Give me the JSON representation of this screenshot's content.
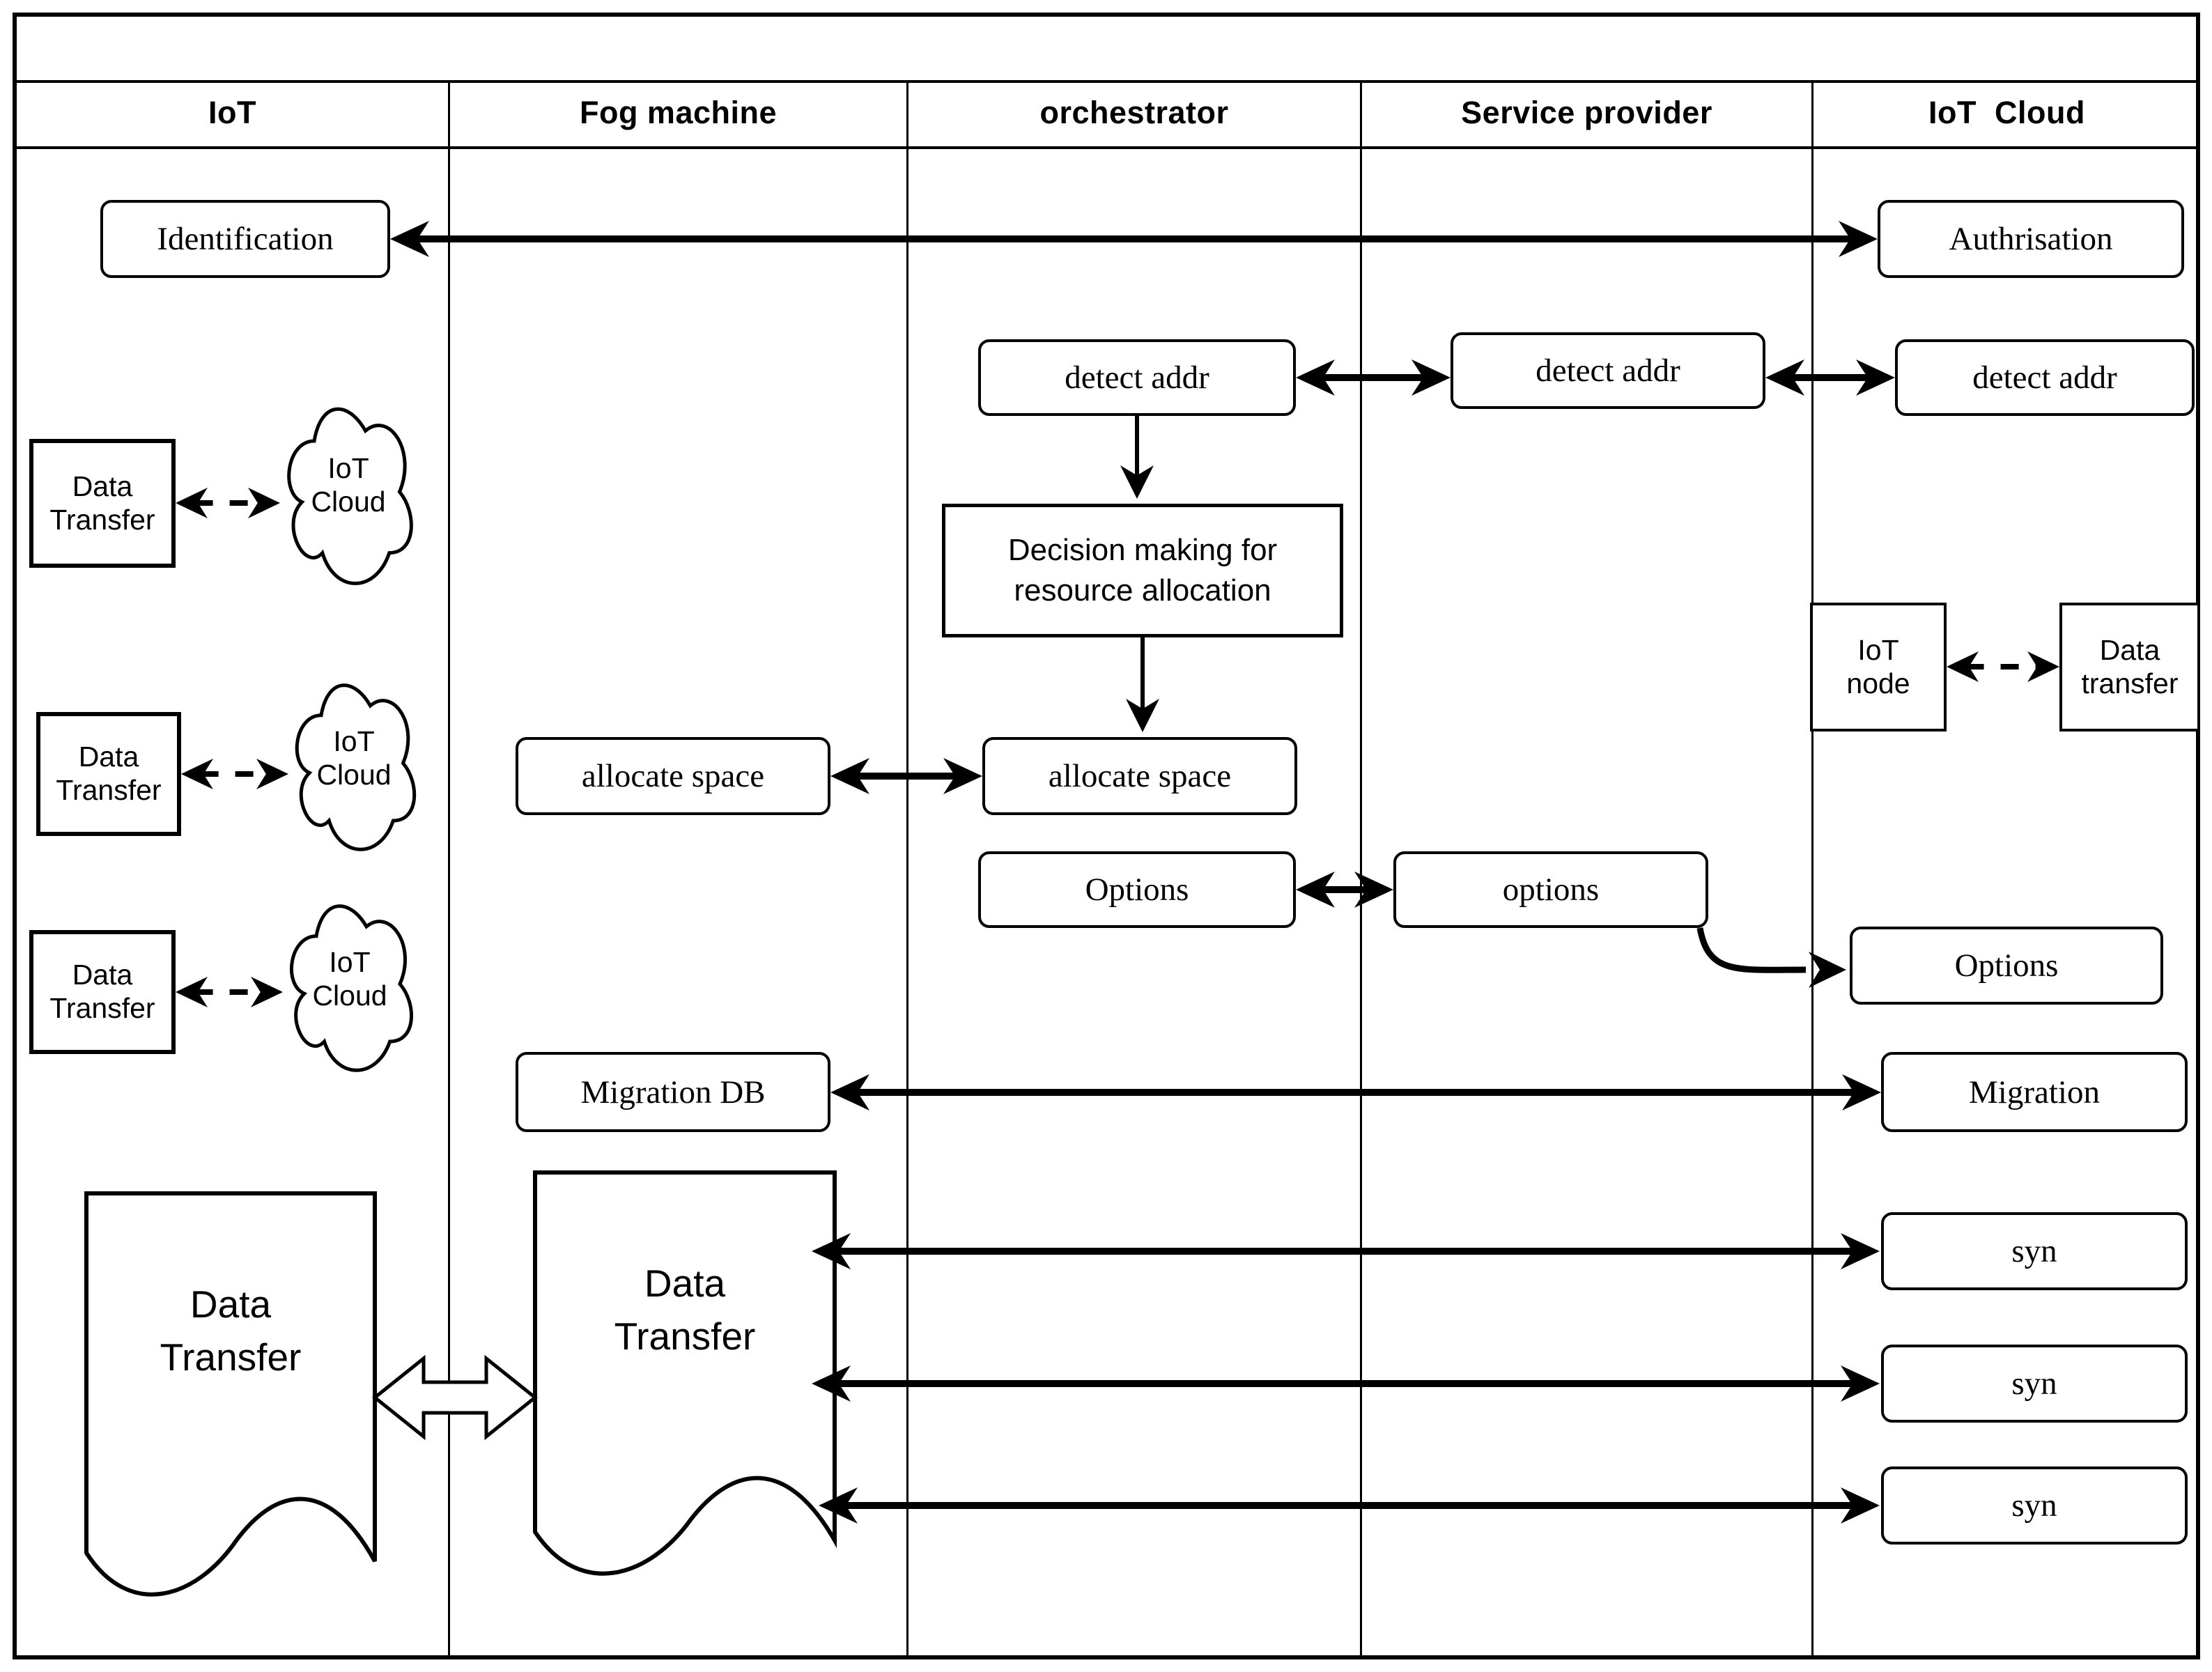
{
  "lanes": [
    {
      "label": "IoT"
    },
    {
      "label": "Fog machine"
    },
    {
      "label": "orchestrator"
    },
    {
      "label": "Service provider"
    },
    {
      "label": "IoT  Cloud"
    }
  ],
  "boxes": {
    "identification": "Identification",
    "authrisation": "Authrisation",
    "detect_addr_orchestrator": "detect addr",
    "detect_addr_service_provider": "detect addr",
    "detect_addr_iot_cloud": "detect addr",
    "decision": {
      "line1": "Decision making for",
      "line2": "resource allocation"
    },
    "allocate_space_fog": "allocate space",
    "allocate_space_orchestrator": "allocate space",
    "options_orchestrator": "Options",
    "options_service_provider": "options",
    "options_iot_cloud": "Options",
    "migration_db": "Migration DB",
    "migration": "Migration",
    "syn_1": "syn",
    "syn_2": "syn",
    "syn_3": "syn"
  },
  "iot_lane": {
    "data_transfer": {
      "line1": "Data",
      "line2": "Transfer"
    },
    "iot_cloud": {
      "line1": "IoT",
      "line2": "Cloud"
    }
  },
  "cloud_lane": {
    "iot_node": {
      "line1": "IoT",
      "line2": "node"
    },
    "data_transfer": {
      "line1": "Data",
      "line2": "transfer"
    }
  },
  "documents": {
    "data_transfer": {
      "line1": "Data",
      "line2": "Transfer"
    }
  }
}
